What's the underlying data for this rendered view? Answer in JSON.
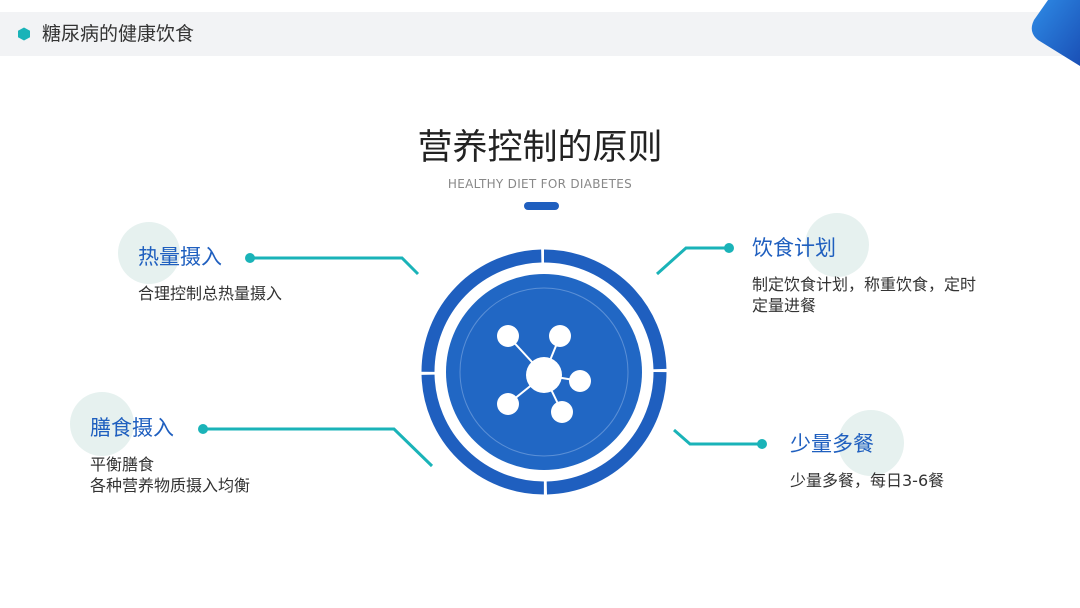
{
  "header": {
    "title": "糖尿病的健康饮食"
  },
  "main": {
    "title": "营养控制的原则",
    "subtitle": "HEALTHY DIET FOR DIABETES"
  },
  "items": [
    {
      "title": "热量摄入",
      "desc_lines": [
        "合理控制总热量摄入"
      ]
    },
    {
      "title": "膳食摄入",
      "desc_lines": [
        "平衡膳食",
        "各种营养物质摄入均衡"
      ]
    },
    {
      "title": "饮食计划",
      "desc_lines": [
        "制定饮食计划，称重饮食，定时",
        "定量进餐"
      ]
    },
    {
      "title": "少量多餐",
      "desc_lines": [
        "少量多餐，每日3-6餐"
      ]
    }
  ],
  "colors": {
    "primary_blue": "#1f5fbf",
    "teal": "#1ab3b8",
    "bubble": "#e6f1ef",
    "header_bg": "#f2f3f5"
  },
  "icons": {
    "header_marker": "teal-hexagon-icon",
    "center": "molecule-network-icon"
  }
}
